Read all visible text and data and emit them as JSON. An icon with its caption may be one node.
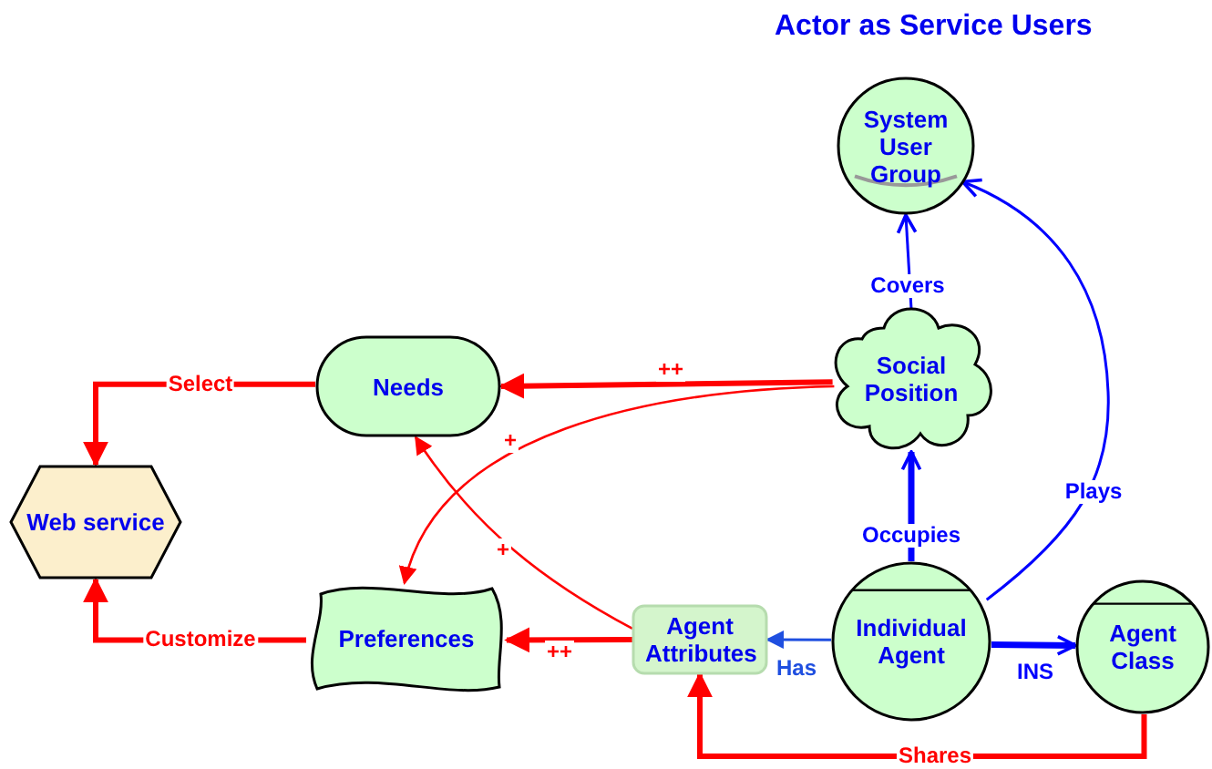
{
  "diagram": {
    "title": "Actor as Service Users",
    "nodes": [
      {
        "text": [
          "Web service"
        ]
      },
      {
        "text": [
          "Needs"
        ]
      },
      {
        "text": [
          "Preferences"
        ]
      },
      {
        "text": [
          "Agent Attributes"
        ]
      },
      {
        "text": [
          "System User Group"
        ]
      },
      {
        "text": [
          "Social Position"
        ]
      },
      {
        "text": [
          "Individual Agent"
        ]
      },
      {
        "text": [
          "Agent Class"
        ]
      }
    ],
    "edges": [
      {
        "from": 1,
        "to": 0,
        "arrow": "to",
        "label": "Select"
      },
      {
        "from": 2,
        "to": 0,
        "arrow": "to",
        "label": "Customize"
      },
      {
        "from": 5,
        "to": 1,
        "arrow": "to",
        "label": "++"
      },
      {
        "from": 5,
        "to": 2,
        "arrow": "to",
        "label": "+"
      },
      {
        "from": 3,
        "to": 1,
        "arrow": "to",
        "label": "+"
      },
      {
        "from": 3,
        "to": 2,
        "arrow": "to",
        "label": "++"
      },
      {
        "from": 6,
        "to": 5,
        "arrow": "to",
        "label": "Occupies",
        "color": "#0000ff"
      },
      {
        "from": 5,
        "to": 4,
        "arrow": "to",
        "label": "Covers",
        "color": "#0000ff"
      },
      {
        "from": 6,
        "to": 4,
        "arrow": "to",
        "label": "Plays",
        "color": "#0000ff"
      },
      {
        "from": 6,
        "to": 3,
        "arrow": "to",
        "label": "Has",
        "color": "#1f4fe0"
      },
      {
        "from": 6,
        "to": 7,
        "arrow": "to",
        "label": "INS",
        "color": "#0000ff"
      },
      {
        "from": 7,
        "to": 3,
        "arrow": "to",
        "label": "Shares"
      }
    ]
  }
}
